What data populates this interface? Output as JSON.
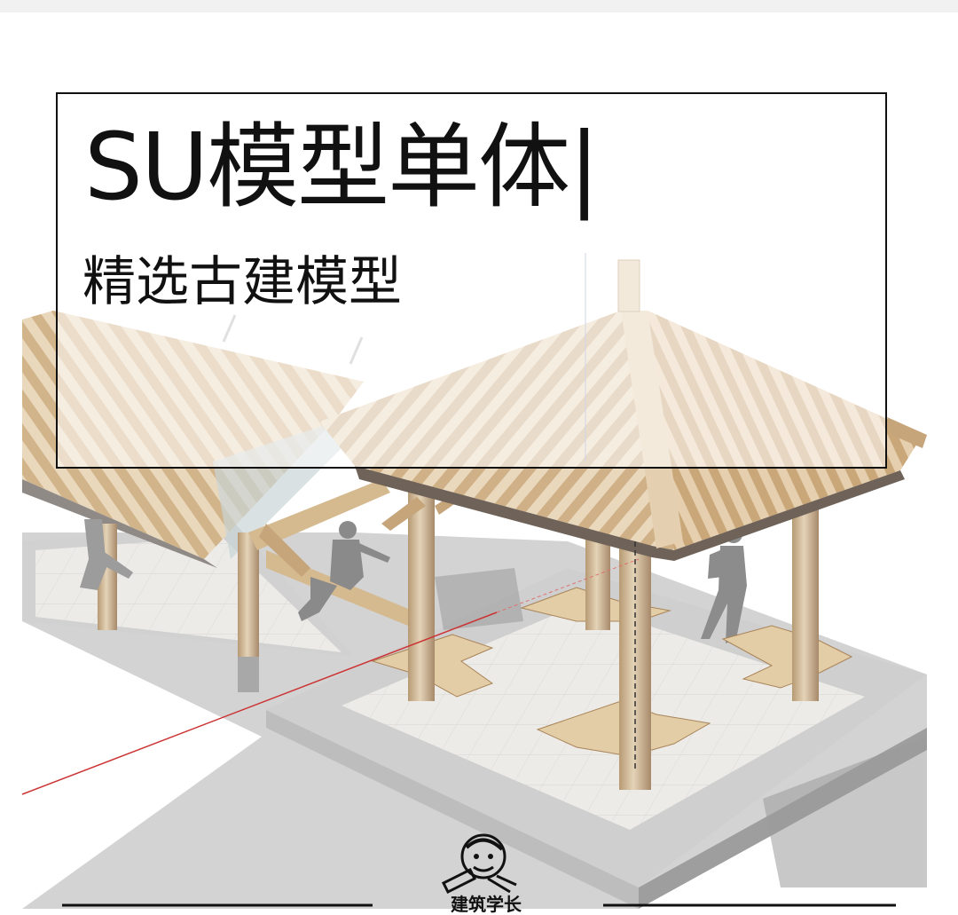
{
  "poster": {
    "title": "SU模型单体|",
    "subtitle": "精选古建模型",
    "logo_text": "建筑学长"
  },
  "colors": {
    "wood": "#d8bd94",
    "wood_dark": "#a98458",
    "roof_shadow": "#6f6359",
    "ground": "#d6d6d6",
    "tile": "#ecebe8",
    "frame": "#111111"
  },
  "icons": {
    "logo": "cartoon-face-logo"
  }
}
